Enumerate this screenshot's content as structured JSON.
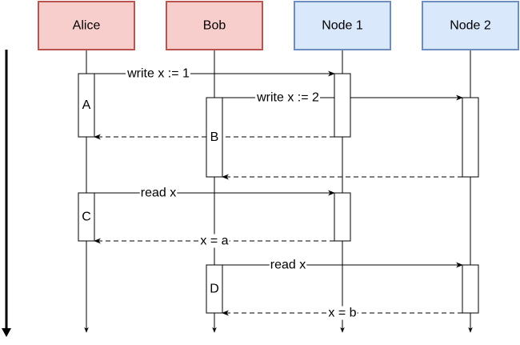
{
  "participants": [
    {
      "id": "alice",
      "label": "Alice",
      "fill": "#f8cecc",
      "stroke": "#b85450"
    },
    {
      "id": "bob",
      "label": "Bob",
      "fill": "#f8cecc",
      "stroke": "#b85450"
    },
    {
      "id": "node1",
      "label": "Node 1",
      "fill": "#dae8fc",
      "stroke": "#6c8ebf"
    },
    {
      "id": "node2",
      "label": "Node 2",
      "fill": "#dae8fc",
      "stroke": "#6c8ebf"
    }
  ],
  "activations": [
    {
      "participant": "alice",
      "label": "A"
    },
    {
      "participant": "bob",
      "label": "B"
    },
    {
      "participant": "node1",
      "label": ""
    },
    {
      "participant": "node2",
      "label": ""
    },
    {
      "participant": "alice",
      "label": "C"
    },
    {
      "participant": "node1",
      "label": ""
    },
    {
      "participant": "bob",
      "label": "D"
    },
    {
      "participant": "node2",
      "label": ""
    }
  ],
  "messages": [
    {
      "from": "alice",
      "to": "node1",
      "label": "write x := 1",
      "style": "solid"
    },
    {
      "from": "bob",
      "to": "node2",
      "label": "write x := 2",
      "style": "solid"
    },
    {
      "from": "node1",
      "to": "alice",
      "label": "",
      "style": "dashed"
    },
    {
      "from": "node2",
      "to": "bob",
      "label": "",
      "style": "dashed"
    },
    {
      "from": "alice",
      "to": "node1",
      "label": "read x",
      "style": "solid"
    },
    {
      "from": "node1",
      "to": "alice",
      "label": "x = a",
      "style": "dashed"
    },
    {
      "from": "bob",
      "to": "node2",
      "label": "read x",
      "style": "solid"
    },
    {
      "from": "node2",
      "to": "bob",
      "label": "x = b",
      "style": "dashed"
    }
  ],
  "time_axis": {
    "direction": "down"
  }
}
